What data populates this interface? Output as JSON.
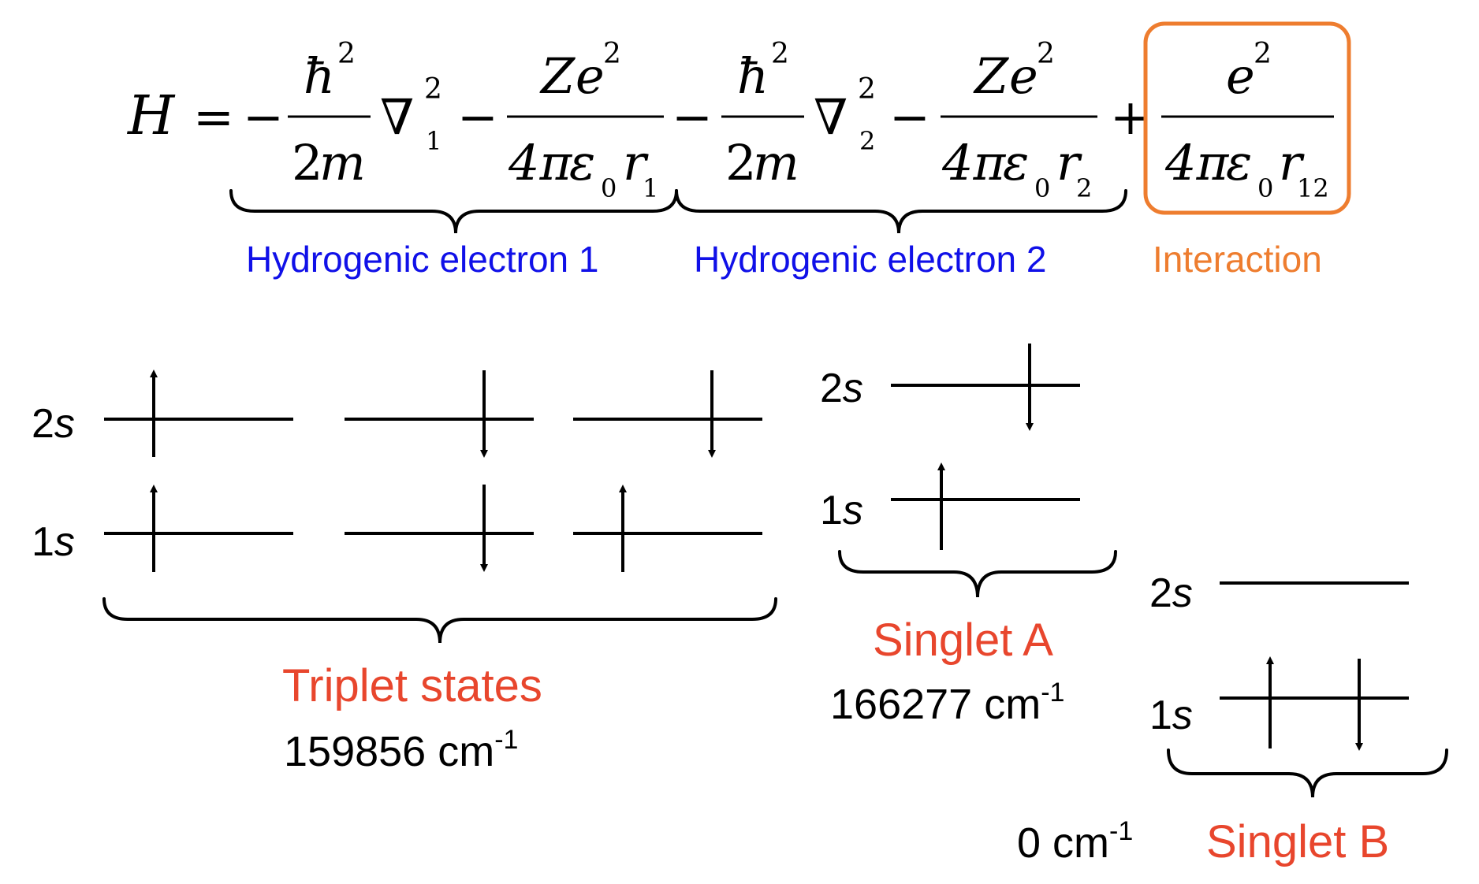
{
  "colors": {
    "ink": "#000000",
    "blue": "#1010e8",
    "orange": "#ee7d2f",
    "red": "#e8462d"
  },
  "equation": {
    "H": "H",
    "eq": "=",
    "minus": "−",
    "plus": "+",
    "hbar": "ħ",
    "two": "2",
    "m": "m",
    "nabla": "∇",
    "sub1": "1",
    "sub2": "2",
    "Z": "Z",
    "e": "e",
    "four_pi": "4π",
    "eps": "ε",
    "zero": "0",
    "r": "r",
    "sub12": "12"
  },
  "labels": {
    "hydrogenic_1": "Hydrogenic electron 1",
    "hydrogenic_2": "Hydrogenic electron 2",
    "interaction": "Interaction",
    "triplet": "Triplet states",
    "triplet_energy": "159856 cm",
    "singlet_a": "Singlet A",
    "singlet_a_energy": "166277 cm",
    "singlet_b": "Singlet B",
    "singlet_b_energy": "0 cm",
    "inverse": "-1",
    "orbital_num": "1",
    "orbital_num2": "2",
    "orbital_s": "s"
  }
}
